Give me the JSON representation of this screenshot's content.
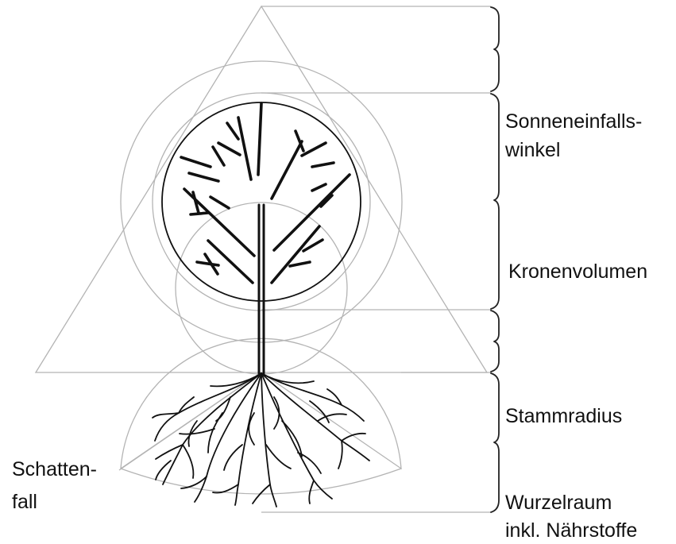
{
  "labels": {
    "sun_angle_line1": "Sonneneinfalls-",
    "sun_angle_line2": "winkel",
    "crown_volume": "Kronenvolumen",
    "trunk_radius": "Stammradius",
    "root_space_line1": "Wurzelraum",
    "root_space_line2": "inkl. Nährstoffe",
    "shadow_line1": "Schatten-",
    "shadow_line2": "fall"
  },
  "colors": {
    "guide_lines": "#b4b4b4",
    "tree": "#111111",
    "braces": "#222222"
  }
}
